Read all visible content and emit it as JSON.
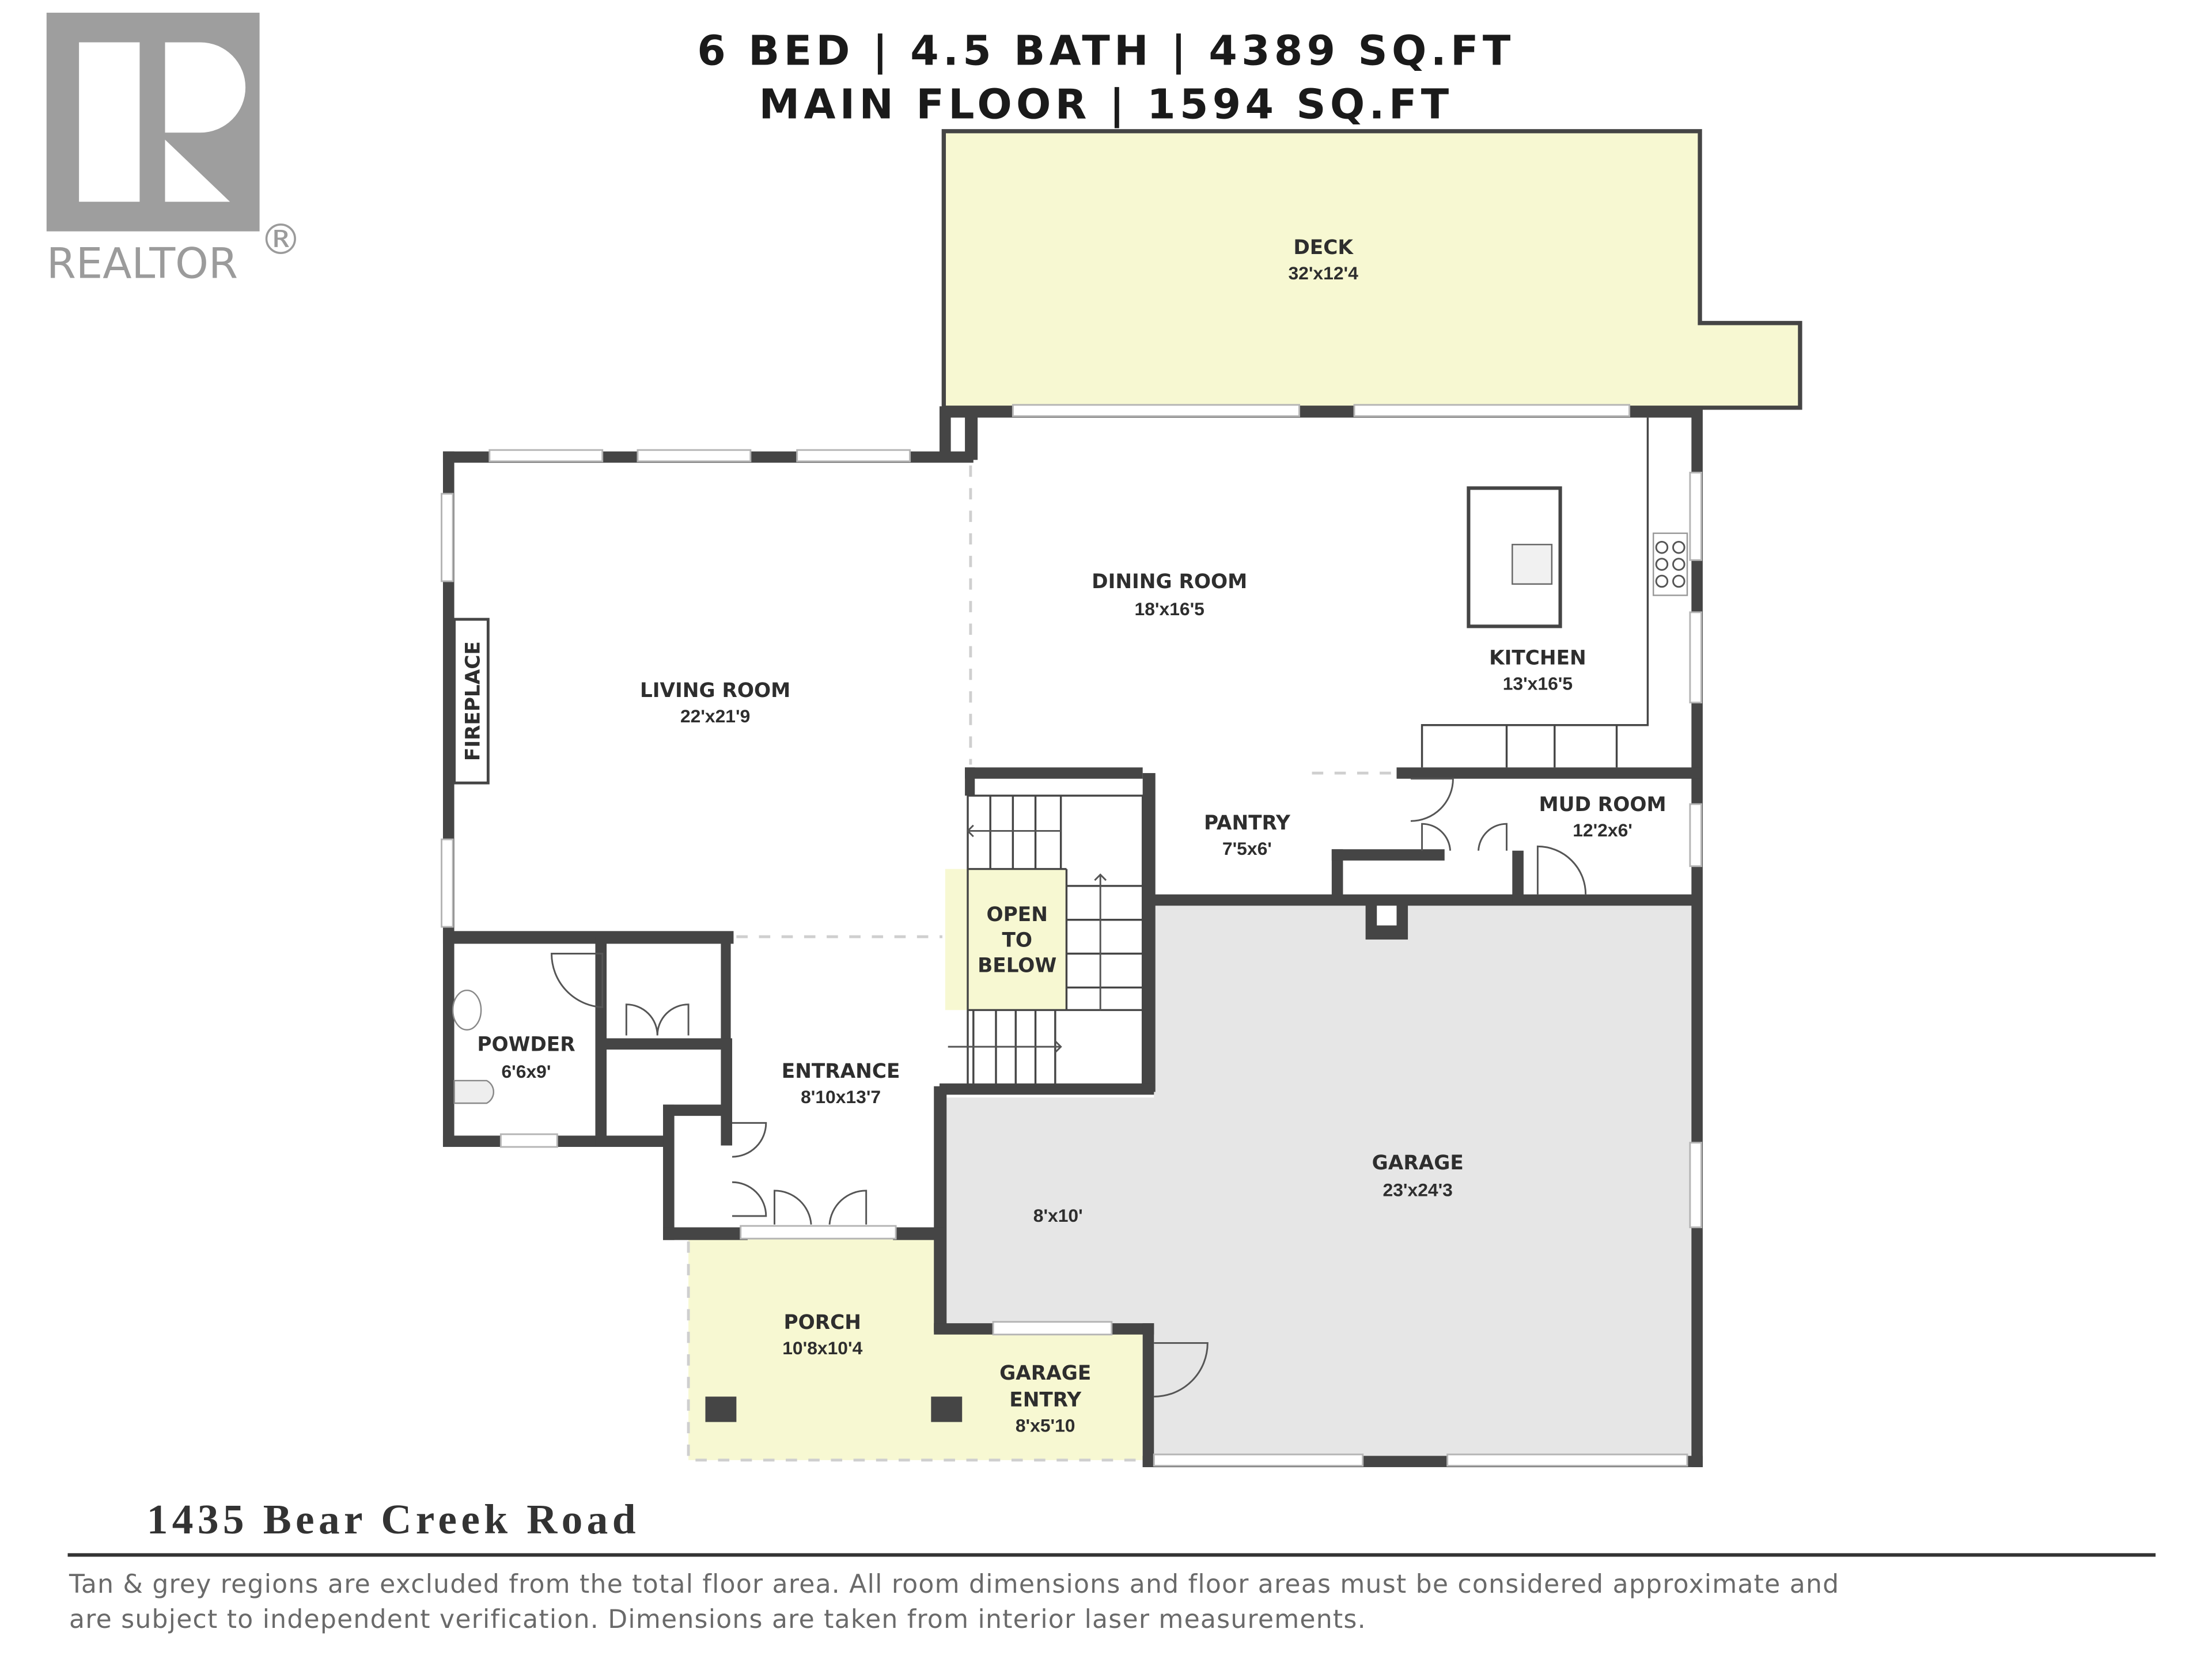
{
  "header": {
    "line1": "6 BED | 4.5 BATH | 4389 SQ.FT",
    "line2": "MAIN FLOOR | 1594 SQ.FT"
  },
  "logo": {
    "text": "REALTOR",
    "registered": "®",
    "icon": "realtor-r-icon",
    "color": "#9e9e9e"
  },
  "colors": {
    "wall": "#454545",
    "deck_fill": "#f7f8d2",
    "garage_fill": "#e6e6e6",
    "floor_fill": "#ffffff"
  },
  "rooms": {
    "deck": {
      "name": "DECK",
      "dim": "32'x12'4"
    },
    "dining": {
      "name": "DINING ROOM",
      "dim": "18'x16'5"
    },
    "kitchen": {
      "name": "KITCHEN",
      "dim": "13'x16'5"
    },
    "living": {
      "name": "LIVING ROOM",
      "dim": "22'x21'9"
    },
    "fireplace": {
      "name": "FIREPLACE"
    },
    "pantry": {
      "name": "PANTRY",
      "dim": "7'5x6'"
    },
    "mudroom": {
      "name": "MUD ROOM",
      "dim": "12'2x6'"
    },
    "open_below": {
      "line1": "OPEN",
      "line2": "TO",
      "line3": "BELOW"
    },
    "powder": {
      "name": "POWDER",
      "dim": "6'6x9'"
    },
    "entrance": {
      "name": "ENTRANCE",
      "dim": "8'10x13'7"
    },
    "garage": {
      "name": "GARAGE",
      "dim": "23'x24'3"
    },
    "garage_bay": {
      "dim": "8'x10'"
    },
    "porch": {
      "name": "PORCH",
      "dim": "10'8x10'4"
    },
    "garage_entry": {
      "line1": "GARAGE",
      "line2": "ENTRY",
      "dim": "8'x5'10"
    }
  },
  "footer": {
    "address": "1435 Bear Creek Road",
    "disclaimer_line1": "Tan & grey regions are excluded from the total floor area. All room dimensions and floor areas must be considered approximate and",
    "disclaimer_line2": "are subject to independent verification. Dimensions are taken from interior laser measurements."
  }
}
